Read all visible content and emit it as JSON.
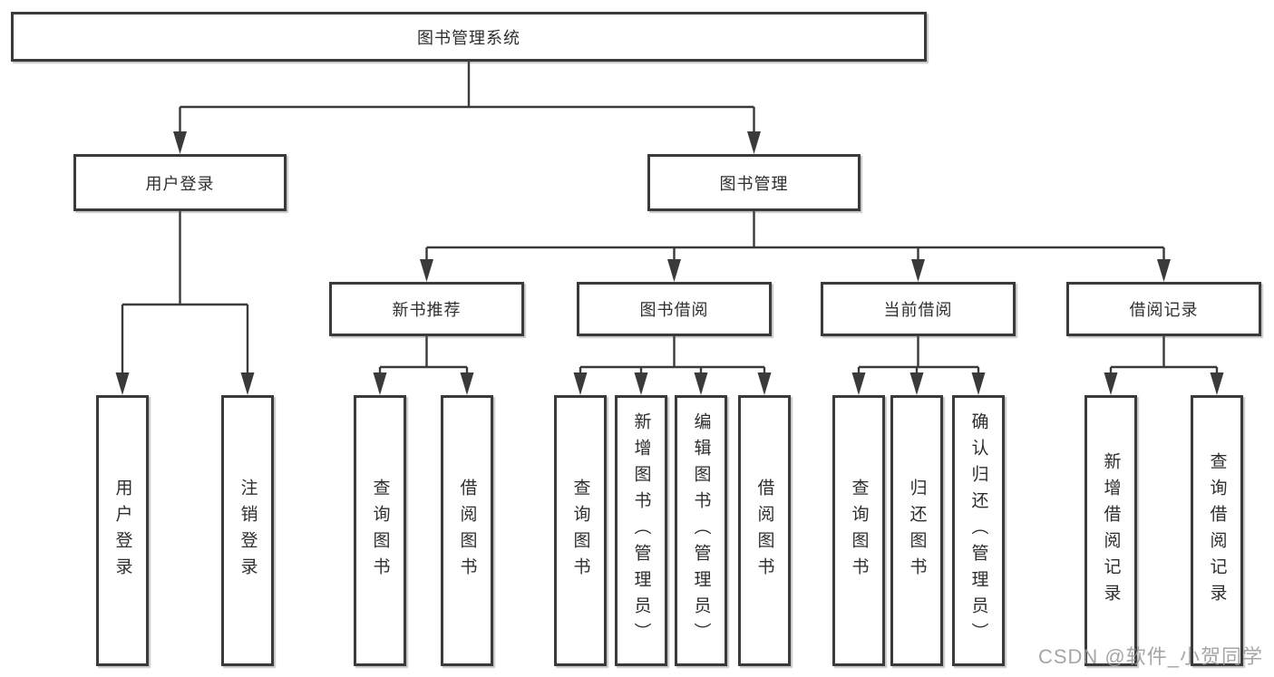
{
  "colors": {
    "line": "#3a3a3a",
    "box_border": "#3a3a3a",
    "box_fill": "#ffffff",
    "text": "#2e2e2e",
    "watermark": "#969696",
    "background": "#ffffff"
  },
  "watermark": {
    "text": "CSDN @软件_小贺同学"
  },
  "tree": {
    "root": {
      "label": "图书管理系统",
      "children": [
        {
          "label": "用户登录",
          "children": [
            {
              "label": "用户登录"
            },
            {
              "label": "注销登录"
            }
          ]
        },
        {
          "label": "图书管理",
          "children": [
            {
              "label": "新书推荐",
              "children": [
                {
                  "label": "查询图书"
                },
                {
                  "label": "借阅图书"
                }
              ]
            },
            {
              "label": "图书借阅",
              "children": [
                {
                  "label": "查询图书"
                },
                {
                  "label": "新增图书（管理员）"
                },
                {
                  "label": "编辑图书（管理员）"
                },
                {
                  "label": "借阅图书"
                }
              ]
            },
            {
              "label": "当前借阅",
              "children": [
                {
                  "label": "查询图书"
                },
                {
                  "label": "归还图书"
                },
                {
                  "label": "确认归还（管理员）"
                }
              ]
            },
            {
              "label": "借阅记录",
              "children": [
                {
                  "label": "新增借阅记录"
                },
                {
                  "label": "查询借阅记录"
                }
              ]
            }
          ]
        }
      ]
    }
  }
}
